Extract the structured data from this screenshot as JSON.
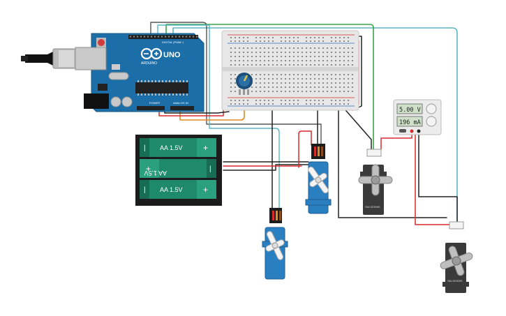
{
  "arduino": {
    "brand": "ARDUINO",
    "model": "UNO",
    "digital_label": "DIGITAL (PWM~)",
    "power_label": "POWER",
    "analog_label": "ANALOG IN"
  },
  "battery_pack": {
    "cells": [
      {
        "label": "AA 1.5V"
      },
      {
        "label": "AA 1.5V"
      },
      {
        "label": "AA 1.5V"
      }
    ]
  },
  "power_supply": {
    "voltage": "5.00 V",
    "current": "196 mA"
  },
  "servos": [
    {
      "label": ""
    },
    {
      "label": ""
    },
    {
      "label": "SM-S2309S"
    },
    {
      "label": "SM-S2309S"
    }
  ],
  "colors": {
    "arduino_blue": "#1b6ea8",
    "breadboard": "#e7e7e7",
    "battery_green": "#1f8a6b",
    "servo_blue": "#2a7fc1",
    "servo_dark": "#3a3a3a",
    "wire_red": "#d62b2b",
    "wire_black": "#222222",
    "wire_green": "#3aa44a",
    "wire_teal": "#59b7c4",
    "wire_orange": "#e5881f"
  }
}
